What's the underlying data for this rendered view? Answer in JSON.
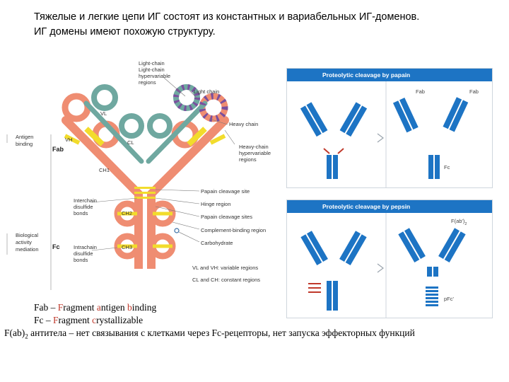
{
  "heading": {
    "line1": "Тяжелые и легкие цепи ИГ состоят из константных и вариабельных ИГ-доменов.",
    "line2": "ИГ домены имеют похожую структуру."
  },
  "diagram": {
    "callouts": {
      "light_chain_stack": [
        "Light-chain",
        "Light-chain",
        "hypervariable",
        "regions"
      ],
      "light_chain": "Light chain",
      "heavy_chain": "Heavy chain",
      "heavy_hv": [
        "Heavy-chain",
        "hypervariable",
        "regions"
      ],
      "papain_site": "Papain cleavage site",
      "hinge": "Hinge region",
      "papain_sites": "Papain cleavage sites",
      "complement": "Complement-binding region",
      "carbohydrate": "Carbohydrate",
      "interchain": [
        "Interchain",
        "disulfide",
        "bonds"
      ],
      "intrachain": [
        "Intrachain",
        "disulfide",
        "bonds"
      ],
      "variable_regions": "VL and VH: variable regions",
      "constant_regions": "CL and CH: constant regions"
    },
    "domain_labels": {
      "vl": "VL",
      "vh": "VH",
      "cl": "CL",
      "ch1": "CH1",
      "ch2": "CH2",
      "ch3": "CH3"
    },
    "left_labels": {
      "antigen_binding": [
        "Antigen",
        "binding"
      ],
      "biological": [
        "Biological",
        "activity",
        "mediation"
      ],
      "fab": "Fab",
      "fc": "Fc"
    },
    "colors": {
      "heavy": "#ef8d72",
      "light": "#6fa8a0",
      "yellow": "#f2dc2c",
      "hypervariable": "#7a4f9e"
    }
  },
  "panels": {
    "papain": {
      "title": "Proteolytic cleavage by papain",
      "fab_a": "Fab",
      "fab_b": "Fab",
      "fc": "Fc"
    },
    "pepsin": {
      "title": "Proteolytic cleavage by pepsin",
      "fab2": "F(ab')",
      "fab2_sub": "2",
      "pfc": "pFc'"
    },
    "colors": {
      "domain": "#1d74c4",
      "hinge": "#c0392b"
    }
  },
  "definitions": {
    "fab": {
      "abbr": "Fab – ",
      "f": "F",
      "w1": "ragment ",
      "a": "a",
      "w2": "ntigen ",
      "b": "b",
      "w3": "inding"
    },
    "fc": {
      "abbr": "Fc – ",
      "f": "F",
      "w1": "ragment ",
      "c": "c",
      "w2": "rystallizable"
    },
    "fab2": {
      "prefix": "F(ab)",
      "sub": "2",
      "text": " антитела – нет связывания с клетками через Fc-рецепторы, нет запуска эффекторных функций"
    }
  }
}
